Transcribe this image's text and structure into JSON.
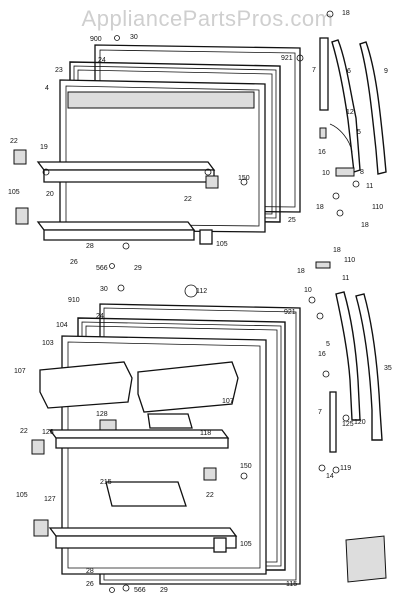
{
  "watermark": "AppliancePartsPros.com",
  "callouts": {
    "c18a": "18",
    "c900": "900",
    "c30a": "30",
    "c24a": "24",
    "c921a": "921",
    "c23": "23",
    "c7a": "7",
    "c6": "6",
    "c9": "9",
    "c4": "4",
    "c12": "12",
    "c5a": "5",
    "c22a": "22",
    "c19": "19",
    "c16a": "16",
    "c150a": "150",
    "c10a": "10",
    "c8": "8",
    "c11a": "11",
    "c105a": "105",
    "c20": "20",
    "c22b": "22",
    "c25": "25",
    "c18b": "18",
    "c110a": "110",
    "c18c": "18",
    "c105b": "105",
    "c28a": "28",
    "c26a": "26",
    "c566a": "566",
    "c29a": "29",
    "c18d": "18",
    "c110b": "110",
    "c18e": "18",
    "c11b": "11",
    "c30b": "30",
    "c112": "112",
    "c910": "910",
    "c10b": "10",
    "c24b": "24",
    "c921b": "921",
    "c104": "104",
    "c103": "103",
    "c5b": "5",
    "c107a": "107",
    "c35": "35",
    "c16b": "16",
    "c128": "128",
    "c118": "118",
    "c107b": "107",
    "c7b": "7",
    "c22c": "22",
    "c126": "126",
    "c125": "125",
    "c120": "120",
    "c150b": "150",
    "c14": "14",
    "c119": "119",
    "c215": "215",
    "c22d": "22",
    "c105c": "105",
    "c127": "127",
    "c105d": "105",
    "c115": "115",
    "c28b": "28",
    "c26b": "26",
    "c566b": "566",
    "c29b": "29"
  }
}
